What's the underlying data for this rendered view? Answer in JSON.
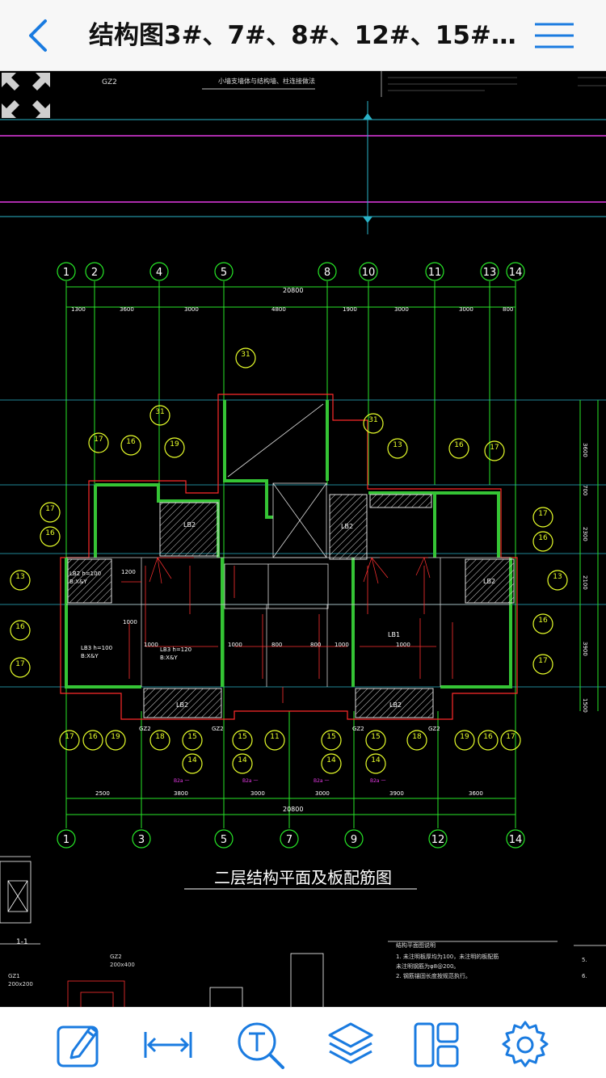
{
  "header": {
    "title": "结构图3#、7#、8#、12#、15#...",
    "back_icon": "chevron-left-icon",
    "menu_icon": "hamburger-menu-icon"
  },
  "drawing": {
    "plan_title": "二层结构平面及板配筋图",
    "section_label": "1-1",
    "top_axes": [
      "1",
      "2",
      "4",
      "5",
      "8",
      "10",
      "11",
      "13",
      "14"
    ],
    "bottom_axes": [
      "1",
      "3",
      "5",
      "7",
      "9",
      "12",
      "14"
    ],
    "top_overall_dim": "20800",
    "bottom_overall_dim": "20800",
    "top_dims": [
      "1300",
      "3600",
      "3000",
      "4800",
      "1900",
      "3000",
      "3000",
      "800"
    ],
    "bottom_dims": [
      "2500",
      "3800",
      "3000",
      "3000",
      "3900",
      "3600"
    ],
    "right_dims": [
      "3600",
      "700",
      "2300",
      "2100",
      "3900",
      "1500"
    ],
    "slab_labels": [
      "LB2",
      "LB2",
      "LB2",
      "LB2",
      "LB2",
      "LB1"
    ],
    "column_labels": [
      "GZ2",
      "GZ2",
      "GZ2",
      "GZ2",
      "GZ2"
    ],
    "header_note": "小墙支墙体与结构墙、柱连接做法"
  },
  "toolbar": {
    "items": [
      {
        "name": "annotate-tool",
        "icon": "edit-icon"
      },
      {
        "name": "measure-tool",
        "icon": "measure-icon"
      },
      {
        "name": "text-search-tool",
        "icon": "text-search-icon"
      },
      {
        "name": "layers-tool",
        "icon": "layers-icon"
      },
      {
        "name": "layout-tool",
        "icon": "layout-icon"
      },
      {
        "name": "settings-tool",
        "icon": "gear-icon"
      }
    ]
  },
  "colors": {
    "accent": "#1a7be0",
    "canvas_bg": "#000000",
    "axis_green": "#27e627",
    "bubble_yellow": "#e8ff2a",
    "wall_red": "#ff2a2a",
    "grid_cyan": "#2ab3c8",
    "magenta": "#e63ae6"
  }
}
